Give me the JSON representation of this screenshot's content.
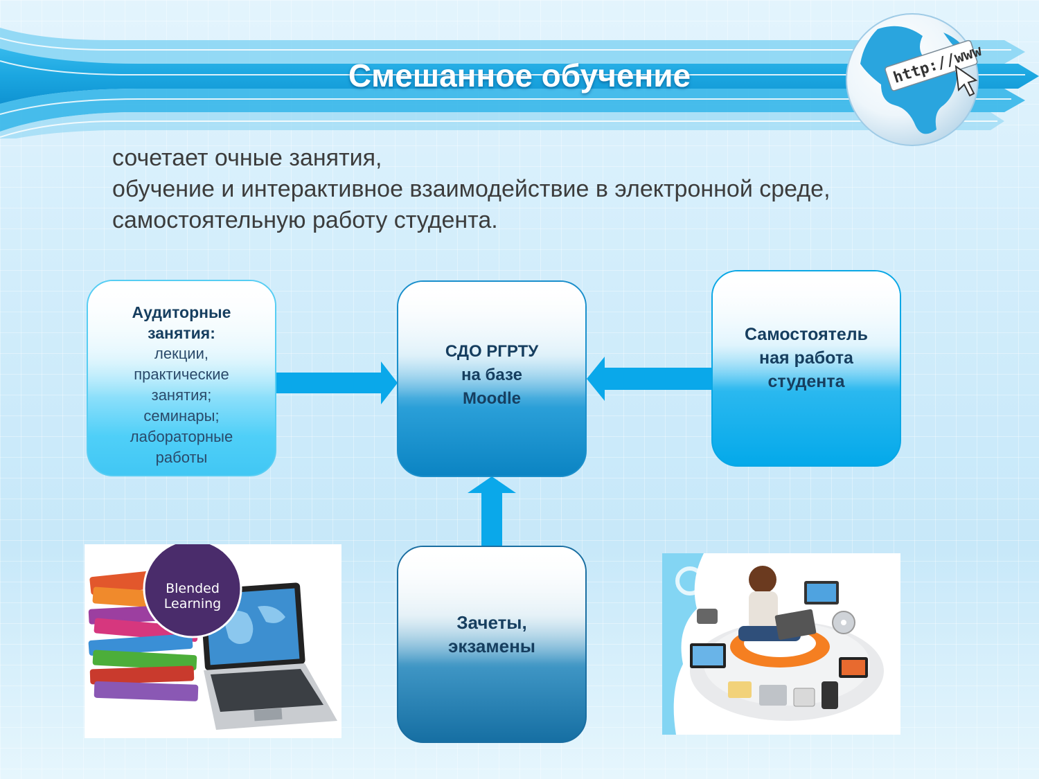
{
  "slide": {
    "title": "Смешанное обучение",
    "globe_text": "http://www.",
    "intro_lines": [
      "сочетает очные занятия,",
      "обучение и интерактивное взаимодействие в электронной среде,",
      "самостоятельную работу студента."
    ]
  },
  "nodes": {
    "classroom": {
      "heading_lines": [
        "Аудиторные",
        "занятия:"
      ],
      "items": [
        "лекции,",
        "практические",
        "занятия;",
        "семинары;",
        "лабораторные",
        "работы"
      ]
    },
    "lms": {
      "lines": [
        "СДО РГРТУ",
        "на базе",
        "Moodle"
      ]
    },
    "self_study": {
      "lines": [
        "Самостоятель",
        "ная работа",
        "студента"
      ]
    },
    "exams": {
      "lines": [
        "Зачеты,",
        "экзамены"
      ]
    }
  },
  "illustrations": {
    "blended": {
      "badge_lines": [
        "Blended",
        "Learning"
      ]
    }
  },
  "colors": {
    "banner": "#1ba6e0",
    "arrow": "#0aa8ea",
    "classroom_box": "#4fcff8",
    "lms_box": "#0b84c3",
    "self_box": "#04a9ea",
    "exams_box": "#166fa3"
  }
}
